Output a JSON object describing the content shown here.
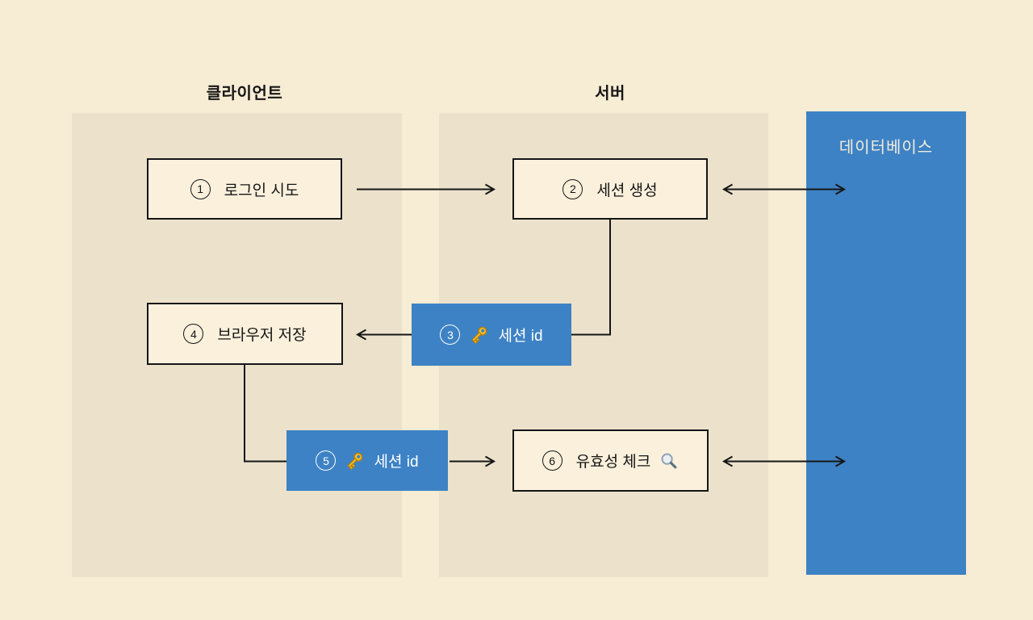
{
  "diagram": {
    "columns": {
      "client": {
        "title": "클라이언트"
      },
      "server": {
        "title": "서버"
      },
      "database": {
        "title": "데이터베이스"
      }
    },
    "nodes": {
      "login": {
        "number": "1",
        "label": "로그인 시도"
      },
      "create_session": {
        "number": "2",
        "label": "세션 생성"
      },
      "session_id_down": {
        "number": "3",
        "label": "세션 id",
        "icon": "key-icon"
      },
      "browser_store": {
        "number": "4",
        "label": "브라우저 저장"
      },
      "session_id_up": {
        "number": "5",
        "label": "세션 id",
        "icon": "key-icon"
      },
      "validity_check": {
        "number": "6",
        "label": "유효성 체크",
        "icon": "magnifier-icon"
      }
    },
    "colors": {
      "page_bg": "#f7ecd4",
      "lane_bg": "#ece2cc",
      "node_bg": "#faf0dc",
      "node_border": "#151515",
      "accent_blue": "#3d82c4",
      "text_dark": "#161616",
      "text_light": "#f3ecdb"
    }
  }
}
